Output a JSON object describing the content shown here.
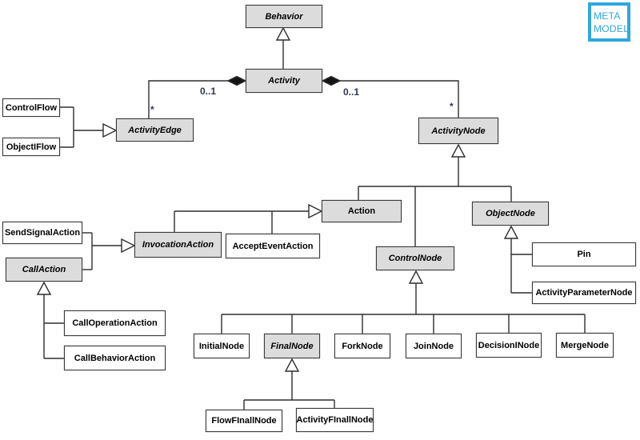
{
  "badge": {
    "line1": "META",
    "line2": "MODEL",
    "color": "#2ea7e0"
  },
  "colors": {
    "abstract_fill": "#dcdcdc",
    "plain_fill": "#ffffff",
    "border": "#3a3a3a",
    "line": "#2e2e2e",
    "text": "#000000",
    "multiplicity": "#30354e"
  },
  "classes": {
    "behavior": {
      "label": "Behavior",
      "abstract": true,
      "filled": true
    },
    "activity": {
      "label": "Activity",
      "abstract": true,
      "filled": true
    },
    "activityEdge": {
      "label": "ActivityEdge",
      "abstract": true,
      "filled": true
    },
    "activityNode": {
      "label": "ActivityNode",
      "abstract": true,
      "filled": true
    },
    "controlFlow": {
      "label": "ControlFlow",
      "abstract": false,
      "filled": false
    },
    "objectIFlow": {
      "label": "ObjectIFlow",
      "abstract": false,
      "filled": false
    },
    "action": {
      "label": "Action",
      "abstract": false,
      "filled": true
    },
    "objectNode": {
      "label": "ObjectNode",
      "abstract": true,
      "filled": true
    },
    "controlNode": {
      "label": "ControlNode",
      "abstract": true,
      "filled": true
    },
    "sendSignalAction": {
      "label": "SendSignalAction",
      "abstract": false,
      "filled": false
    },
    "invocationAction": {
      "label": "InvocationAction",
      "abstract": true,
      "filled": true
    },
    "acceptEventAction": {
      "label": "AcceptEventAction",
      "abstract": false,
      "filled": false
    },
    "callAction": {
      "label": "CallAction",
      "abstract": true,
      "filled": true
    },
    "callOperationAction": {
      "label": "CallOperationAction",
      "abstract": false,
      "filled": false
    },
    "callBehaviorAction": {
      "label": "CallBehaviorAction",
      "abstract": false,
      "filled": false
    },
    "pin": {
      "label": "Pin",
      "abstract": false,
      "filled": false
    },
    "activityParameterNode": {
      "label": "ActivityParameterNode",
      "abstract": false,
      "filled": false
    },
    "initialNode": {
      "label": "InitialNode",
      "abstract": false,
      "filled": false
    },
    "finalNode": {
      "label": "FinalNode",
      "abstract": true,
      "filled": true
    },
    "forkNode": {
      "label": "ForkNode",
      "abstract": false,
      "filled": false
    },
    "joinNode": {
      "label": "JoinNode",
      "abstract": false,
      "filled": false
    },
    "decisionINode": {
      "label": "DecisionINode",
      "abstract": false,
      "filled": false
    },
    "mergeNode": {
      "label": "MergeNode",
      "abstract": false,
      "filled": false
    },
    "flowFInallNode": {
      "label": "FlowFInallNode",
      "abstract": false,
      "filled": false
    },
    "activityFInallNode": {
      "label": "ActivityFInallNode",
      "abstract": false,
      "filled": false
    }
  },
  "multiplicities": {
    "edge_star": "*",
    "edge_opt": "0..1",
    "node_opt": "0..1",
    "node_star": "*"
  }
}
